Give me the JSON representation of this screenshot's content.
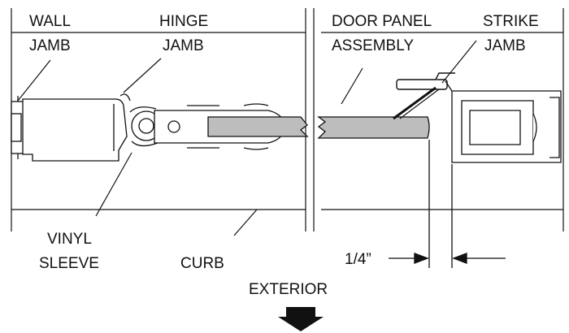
{
  "labels": {
    "wall_jamb": [
      "WALL",
      "JAMB"
    ],
    "hinge_jamb": [
      "HINGE",
      "JAMB"
    ],
    "door_panel": [
      "DOOR PANEL",
      "ASSEMBLY"
    ],
    "strike_jamb": [
      "STRIKE",
      "JAMB"
    ],
    "vinyl_sleeve": [
      "VINYL",
      "SLEEVE"
    ],
    "curb": "CURB",
    "gap": "1/4”",
    "exterior": "EXTERIOR"
  },
  "colors": {
    "line": "#111111",
    "glass_fill": "#bdbdbd",
    "frame_fill": "#ffffff",
    "arrow_fill": "#111111"
  }
}
